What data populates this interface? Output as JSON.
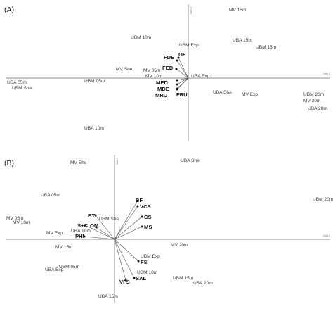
{
  "panels": [
    {
      "label": "(A)",
      "axis1_label": "Axis 1",
      "axis2_label": "Axis 2",
      "sites": [
        {
          "text": "MV 15m"
        },
        {
          "text": "UBM 10m"
        },
        {
          "text": "UBA 15m"
        },
        {
          "text": "UBM 15m"
        },
        {
          "text": "UBM Exp"
        },
        {
          "text": "MV She"
        },
        {
          "text": "MV 05m"
        },
        {
          "text": "MV 10m"
        },
        {
          "text": "UBA Exp"
        },
        {
          "text": "UBA 05m"
        },
        {
          "text": "UBM She"
        },
        {
          "text": "UBM 05m"
        },
        {
          "text": "UBA She"
        },
        {
          "text": "MV Exp"
        },
        {
          "text": "UBM 20m"
        },
        {
          "text": "MV 20m"
        },
        {
          "text": "UBA 20m"
        },
        {
          "text": "UBA 10m"
        }
      ],
      "vectors": [
        {
          "text": "OF"
        },
        {
          "text": "FDE"
        },
        {
          "text": "FED"
        },
        {
          "text": "MED"
        },
        {
          "text": "MDE"
        },
        {
          "text": "MRU"
        },
        {
          "text": "FRU"
        }
      ]
    },
    {
      "label": "(B)",
      "axis1_label": "Axis 1",
      "axis2_label": "Axis 2",
      "sites": [
        {
          "text": "MV She"
        },
        {
          "text": "UBA She"
        },
        {
          "text": "UBA 05m"
        },
        {
          "text": "UBM 20m"
        },
        {
          "text": "MV 05m"
        },
        {
          "text": "MV 10m"
        },
        {
          "text": "UBM She"
        },
        {
          "text": "UBA 10m"
        },
        {
          "text": "MV Exp"
        },
        {
          "text": "MV 20m"
        },
        {
          "text": "MV 15m"
        },
        {
          "text": "UBM 05m"
        },
        {
          "text": "UBA Exp"
        },
        {
          "text": "UBM Exp"
        },
        {
          "text": "UBM 10m"
        },
        {
          "text": "UBM 15m"
        },
        {
          "text": "UBA 20m"
        },
        {
          "text": "UBA 15m"
        }
      ],
      "vectors": [
        {
          "text": "BF"
        },
        {
          "text": "VCS"
        },
        {
          "text": "CS"
        },
        {
          "text": "MS"
        },
        {
          "text": "BT"
        },
        {
          "text": "S+C"
        },
        {
          "text": "OM"
        },
        {
          "text": "PHI"
        },
        {
          "text": "FS"
        },
        {
          "text": "SAL"
        },
        {
          "text": "VFS"
        }
      ]
    }
  ]
}
